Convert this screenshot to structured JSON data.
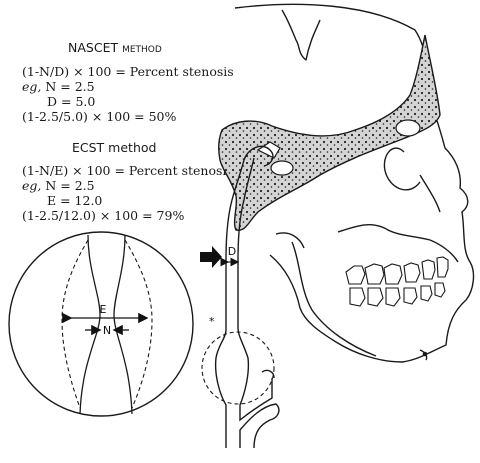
{
  "nascet": {
    "title_first": "N",
    "title_rest": "ASCET method",
    "formula": "(1-N/D) × 100 = Percent stenosis",
    "eg_word": "eg,",
    "eg_value": " N = 2.5",
    "d_line": "D = 5.0",
    "result": "(1-2.5/5.0) × 100 = 50%"
  },
  "ecst": {
    "title": "ECST method",
    "formula": "(1-N/E) × 100 = Percent stenosis",
    "eg_word": "eg,",
    "eg_value": " N = 2.5",
    "e_line": "E = 12.0",
    "result": "(1-2.5/12.0) × 100 = 79%"
  },
  "labels": {
    "d": "D",
    "e": "E",
    "n": "N",
    "asterisk": "*"
  },
  "colors": {
    "line": "#1a1a1a",
    "bone_shade": "#cfcfcf",
    "background": "#ffffff"
  }
}
